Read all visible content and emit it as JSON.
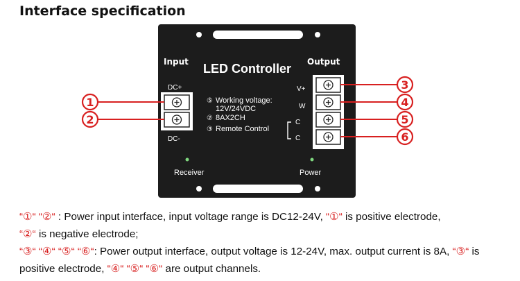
{
  "heading": "Interface specification",
  "device": {
    "title": "LED Controller",
    "input_label": "Input",
    "output_label": "Output",
    "dc_plus": "DC+",
    "dc_minus": "DC-",
    "spec_icon_1": "⑤",
    "spec_icon_2": "②",
    "spec_icon_3": "③",
    "spec_line_1": "Working voltage:",
    "spec_line_2": "12V/24VDC",
    "spec_line_3": "8AX2CH",
    "spec_line_4": "Remote Control",
    "term_vplus": "V+",
    "term_w": "W",
    "term_c1": "C",
    "term_c2": "C",
    "receiver": "Receiver",
    "power": "Power"
  },
  "callouts": {
    "n1": "1",
    "n2": "2",
    "n3": "3",
    "n4": "4",
    "n5": "5",
    "n6": "6"
  },
  "description": {
    "q1": "“①“ “②“",
    "t1": " : Power input interface, input voltage range is DC12-24V, ",
    "q2": "“①“",
    "t2": " is positive electrode,",
    "q3": "“②“",
    "t3": " is negative electrode;",
    "q4": "“③“ “④“ “⑤“ “⑥“",
    "t4": ": Power output interface, output voltage is 12-24V, max. output current is 8A, ",
    "q5": "“③“",
    "t5": " is positive electrode, ",
    "q6": "“④“ “⑤“ “⑥“",
    "t6": " are output channels."
  },
  "colors": {
    "accent_red": "#d82020",
    "device_body": "#1c1c1c",
    "led_green": "#7fd87f"
  }
}
